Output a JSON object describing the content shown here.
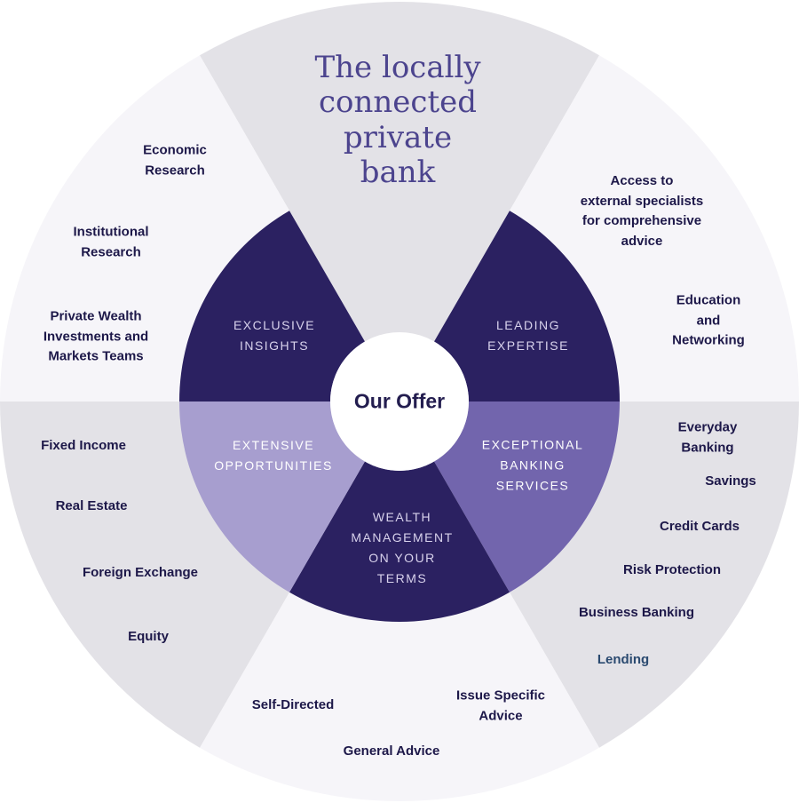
{
  "colors": {
    "page_bg": "#ffffff",
    "sector_gray": "#e3e2e7",
    "sector_offwhite": "#f6f5f9",
    "segment_dark": "#2b2161",
    "segment_medium": "#7265ad",
    "segment_light": "#a79ecf",
    "center_bg": "#ffffff",
    "title_text": "#4c448e",
    "label_text": "#1d1849",
    "segment_label_text": "#d8d2ec",
    "segment_label_text_light": "#ffffff",
    "center_text": "#231d4f",
    "lending_link": "#2b4a70"
  },
  "title": "The locally\nconnected\nprivate\nbank",
  "center_label": "Our Offer",
  "segments": [
    {
      "label": "EXCLUSIVE\nINSIGHTS"
    },
    {
      "label": "LEADING\nEXPERTISE"
    },
    {
      "label": "EXCEPTIONAL\nBANKING\nSERVICES"
    },
    {
      "label": "WEALTH\nMANAGEMENT\nON YOUR\nTERMS"
    },
    {
      "label": "EXTENSIVE\nOPPORTUNITIES"
    }
  ],
  "outer_items": {
    "exclusive_insights": [
      "Economic\nResearch",
      "Institutional\nResearch",
      "Private Wealth\nInvestments and\nMarkets Teams"
    ],
    "leading_expertise": [
      "Access to\nexternal specialists\nfor comprehensive\nadvice",
      "Education\nand\nNetworking"
    ],
    "exceptional_banking_services": [
      "Everyday Banking",
      "Savings",
      "Credit Cards",
      "Risk Protection",
      "Business Banking",
      "Lending"
    ],
    "wealth_management": [
      "Self-Directed",
      "General Advice",
      "Issue Specific\nAdvice"
    ],
    "extensive_opportunities": [
      "Fixed Income",
      "Real Estate",
      "Foreign Exchange",
      "Equity"
    ]
  }
}
